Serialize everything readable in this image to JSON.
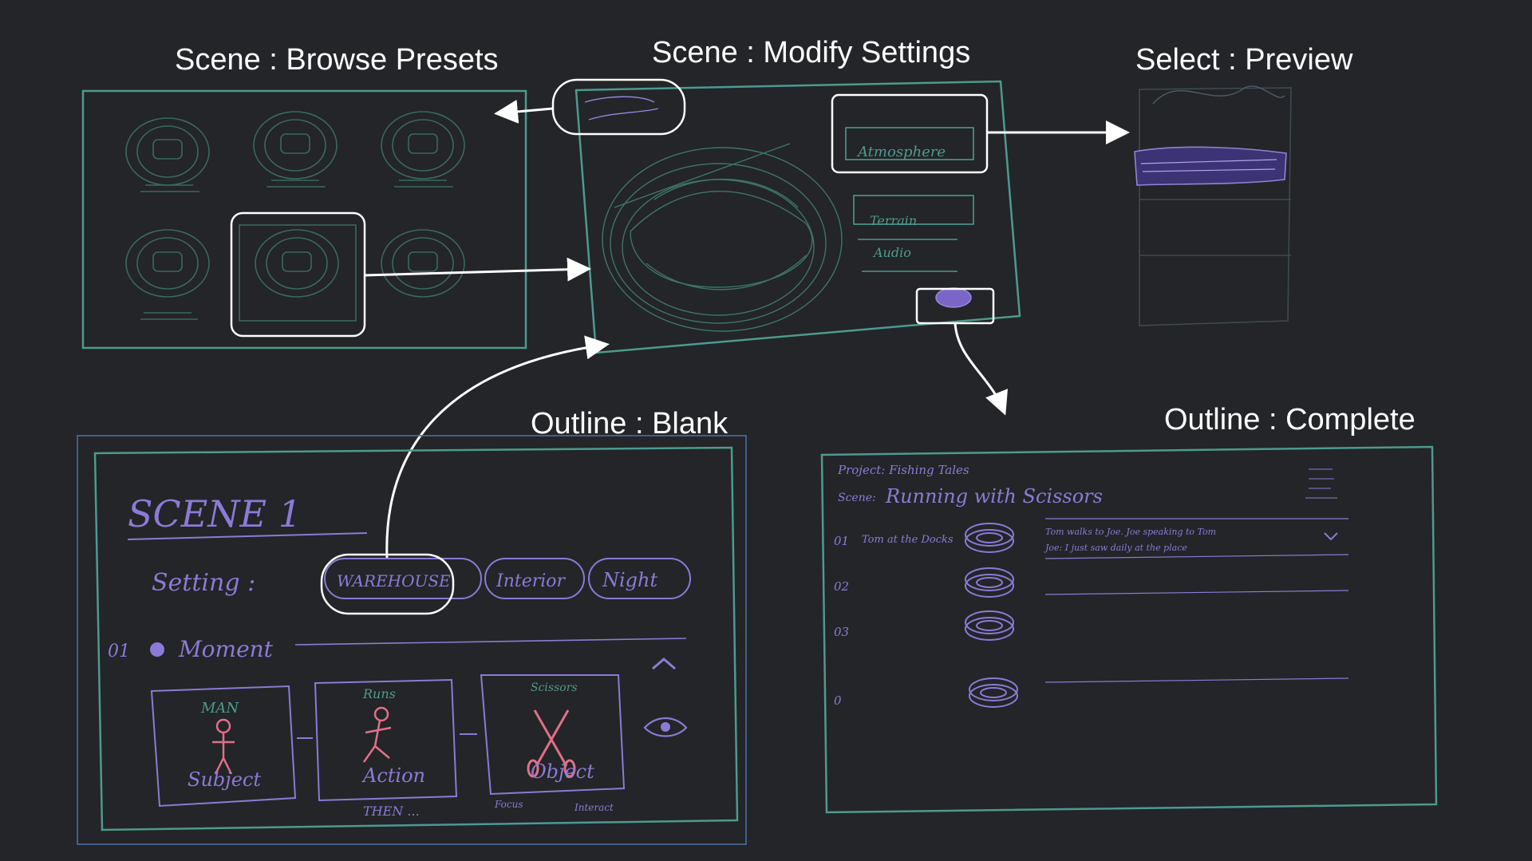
{
  "titles": {
    "browse": "Scene : Browse Presets",
    "modify": "Scene : Modify Settings",
    "preview": "Select : Preview",
    "blank": "Outline : Blank",
    "complete": "Outline : Complete"
  },
  "sketch": {
    "modify_atmosphere": "Atmosphere",
    "modify_terrain": "Terrain",
    "modify_audio": "Audio",
    "scene_title": "SCENE 1",
    "setting_label": "Setting :",
    "chips": [
      "WAREHOUSE",
      "Interior",
      "Night"
    ],
    "moment_number": "01",
    "moment_label": "Moment",
    "card_top": [
      "MAN",
      "Runs",
      "Scissors"
    ],
    "card_bottom": [
      "Subject",
      "Action",
      "Object"
    ],
    "below_labels": [
      "THEN ...",
      "Focus",
      "Interact"
    ],
    "project_line": "Project: Fishing Tales",
    "scene_line_prefix": "Scene:",
    "scene_line_name": "Running with Scissors",
    "rows": [
      "01",
      "02",
      "03",
      "0"
    ],
    "row1_text": "Tom at the Docks",
    "row1_note_line1": "Tom walks to Joe. Joe speaking to Tom",
    "row1_note_line2": "Joe: I just saw daily at the place"
  },
  "colors": {
    "background": "#232528",
    "frame_teal": "#4d9a8e",
    "sketch_purple": "#9b86e0",
    "sketch_pink": "#e0708a",
    "highlight": "#ffffff"
  }
}
